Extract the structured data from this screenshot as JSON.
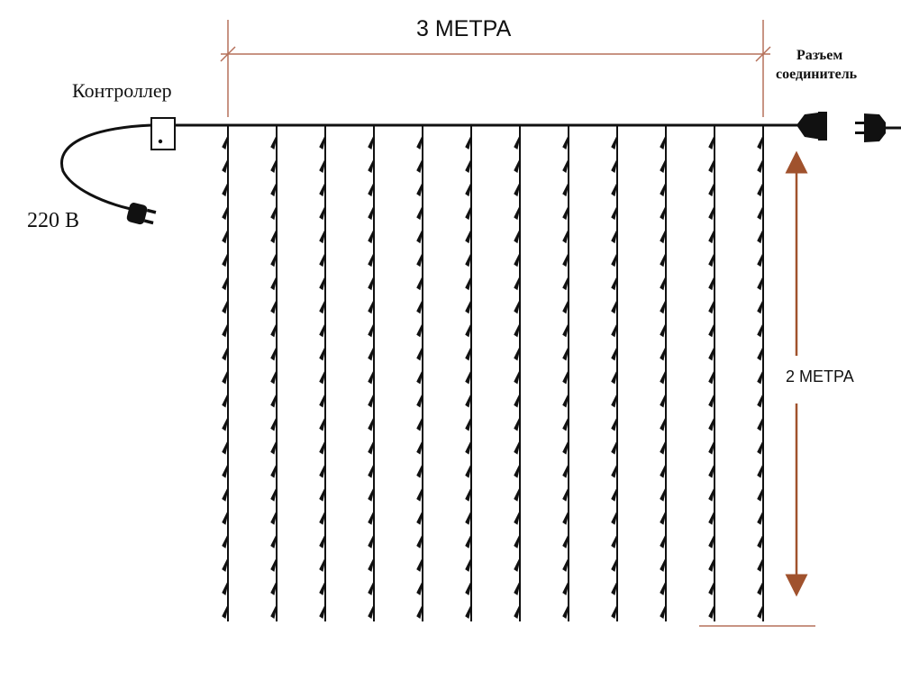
{
  "labels": {
    "width": "3 МЕТРА",
    "height": "2 МЕТРА",
    "controller": "Контроллер",
    "voltage": "220 В",
    "connector_line1": "Разъем",
    "connector_line2": "соединитель"
  },
  "curtain": {
    "strand_count": 12,
    "led_rows_per_strand": 21
  },
  "colors": {
    "wire": "#111111",
    "dimension": "#b5705a",
    "arrow": "#a0522d",
    "background": "#ffffff"
  },
  "icons": [
    "plug-icon",
    "controller-box-icon",
    "socket-icon"
  ]
}
